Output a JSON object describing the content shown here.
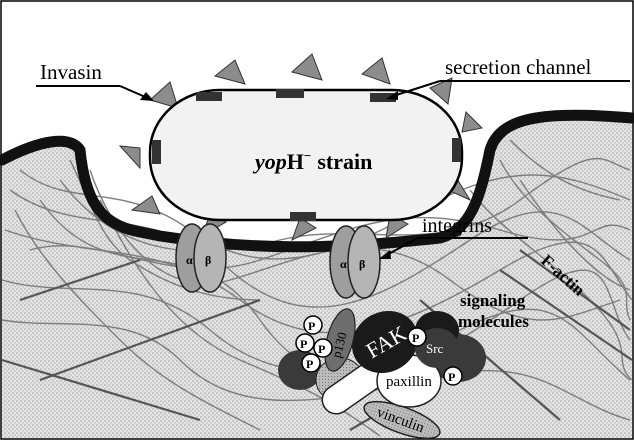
{
  "labels": {
    "invasin": "Invasin",
    "secretion_channel": "secretion channel",
    "strain_italic": "yop",
    "strain_rest": "H",
    "strain_superscript": "−",
    "strain_word": "strain",
    "integrins": "integrins",
    "f_actin": "F-actin",
    "signaling": "signaling",
    "molecules": "molecules",
    "alpha": "α",
    "beta": "β",
    "p130": "p130",
    "fak": "FAK",
    "src": "Src",
    "paxillin": "paxillin",
    "vinculin": "vinculin",
    "phospho": "P"
  },
  "colors": {
    "membrane": "#111111",
    "cytoplasm": "#d9d9d9",
    "bacterium": "#f2f2f2",
    "bacterium_edge": "#000000",
    "invasin": "#8c8c8c",
    "channel": "#333333",
    "integrin": "#9e9e9e",
    "fak": "#1a1a1a",
    "molecule_dark": "#3a3a3a",
    "molecule_mid": "#6e6e6e",
    "phospho_fill": "#ffffff"
  }
}
